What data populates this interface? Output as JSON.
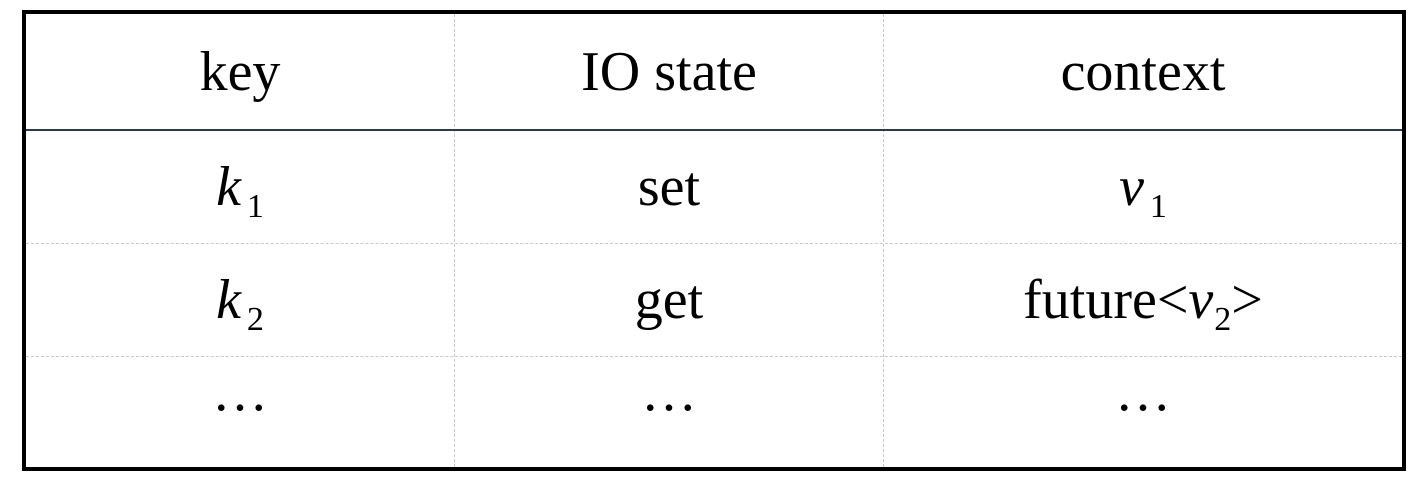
{
  "table": {
    "headers": [
      "key",
      "IO state",
      "context"
    ],
    "rows": [
      {
        "key": {
          "symbol": "k",
          "subscript": "1"
        },
        "io_state": "set",
        "context": {
          "prefix": "",
          "symbol": "v",
          "subscript": "1",
          "suffix": ""
        }
      },
      {
        "key": {
          "symbol": "k",
          "subscript": "2"
        },
        "io_state": "get",
        "context": {
          "prefix": "future<",
          "symbol": "v",
          "subscript": "2",
          "suffix": ">"
        }
      },
      {
        "key": {
          "text": "…"
        },
        "io_state": "…",
        "context": {
          "text": "…"
        }
      }
    ]
  }
}
